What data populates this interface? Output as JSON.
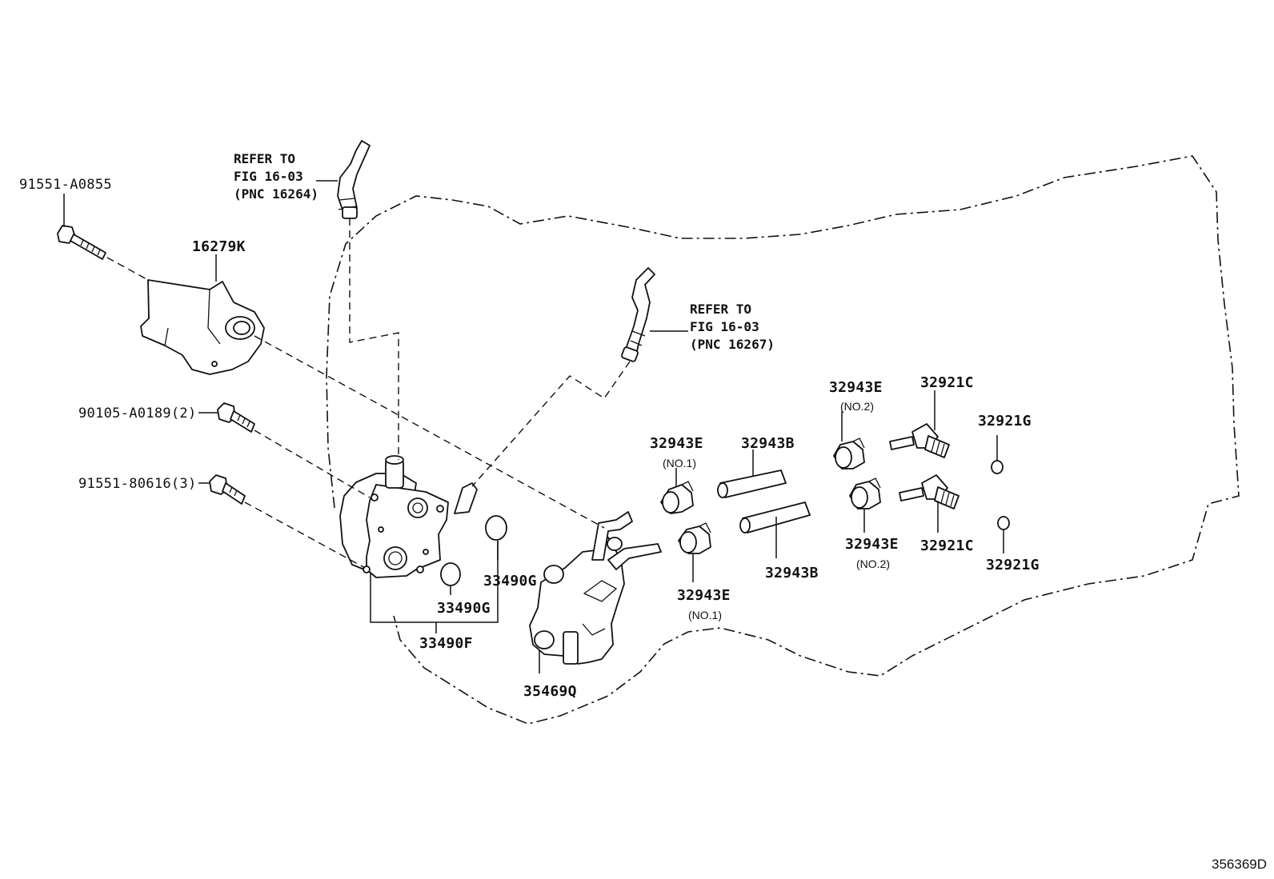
{
  "labels": {
    "bolt_top": "91551-A0855",
    "bracket": "16279K",
    "ref1_line1": "REFER TO",
    "ref1_line2": "FIG 16-03",
    "ref1_line3": "(PNC 16264)",
    "ref2_line1": "REFER TO",
    "ref2_line2": "FIG 16-03",
    "ref2_line3": "(PNC 16267)",
    "bolt_mid": "90105-A0189(2)",
    "bolt_low": "91551-80616(3)",
    "oring_upper": "33490G",
    "oring_lower": "33490G",
    "pump_assy": "33490F",
    "housing": "35469Q",
    "clamp1_top": "32943E",
    "clamp1_top_sub": "(NO.1)",
    "clamp1_bot": "32943E",
    "clamp1_bot_sub": "(NO.1)",
    "hose_top": "32943B",
    "hose_bot": "32943B",
    "clamp2_top": "32943E",
    "clamp2_top_sub": "(NO.2)",
    "clamp2_bot": "32943E",
    "clamp2_bot_sub": "(NO.2)",
    "union_top": "32921C",
    "union_bot": "32921C",
    "gasket_top": "32921G",
    "gasket_bot": "32921G",
    "diagram_code": "356369D"
  }
}
